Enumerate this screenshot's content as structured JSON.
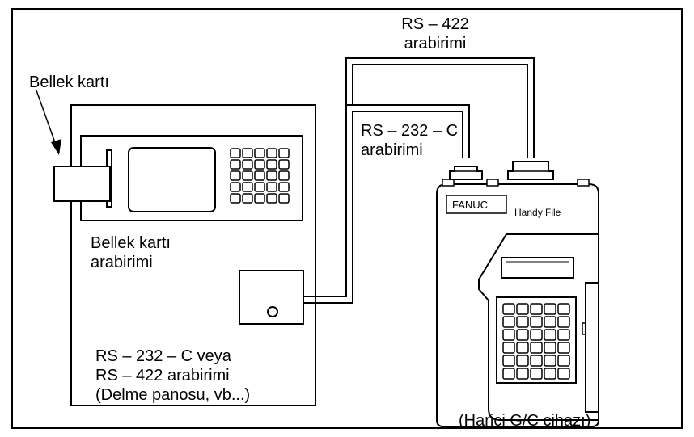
{
  "labels": {
    "rs422_line1": "RS – 422",
    "rs422_line2": "arabirimi",
    "bellek_karti": "Bellek kartı",
    "rs232_line1": "RS – 232 – C",
    "rs232_line2": "arabirimi",
    "bellek_karti_arabirimi_line1": "Bellek kartı",
    "bellek_karti_arabirimi_line2": "arabirimi",
    "interface_line1": "RS – 232 – C veya",
    "interface_line2": "RS – 422 arabirimi",
    "interface_line3": "(Delme panosu, vb...)",
    "external_device": "(Harici G/Ç cihazı)",
    "fanuc": "FANUC",
    "handy_file": "Handy File"
  }
}
